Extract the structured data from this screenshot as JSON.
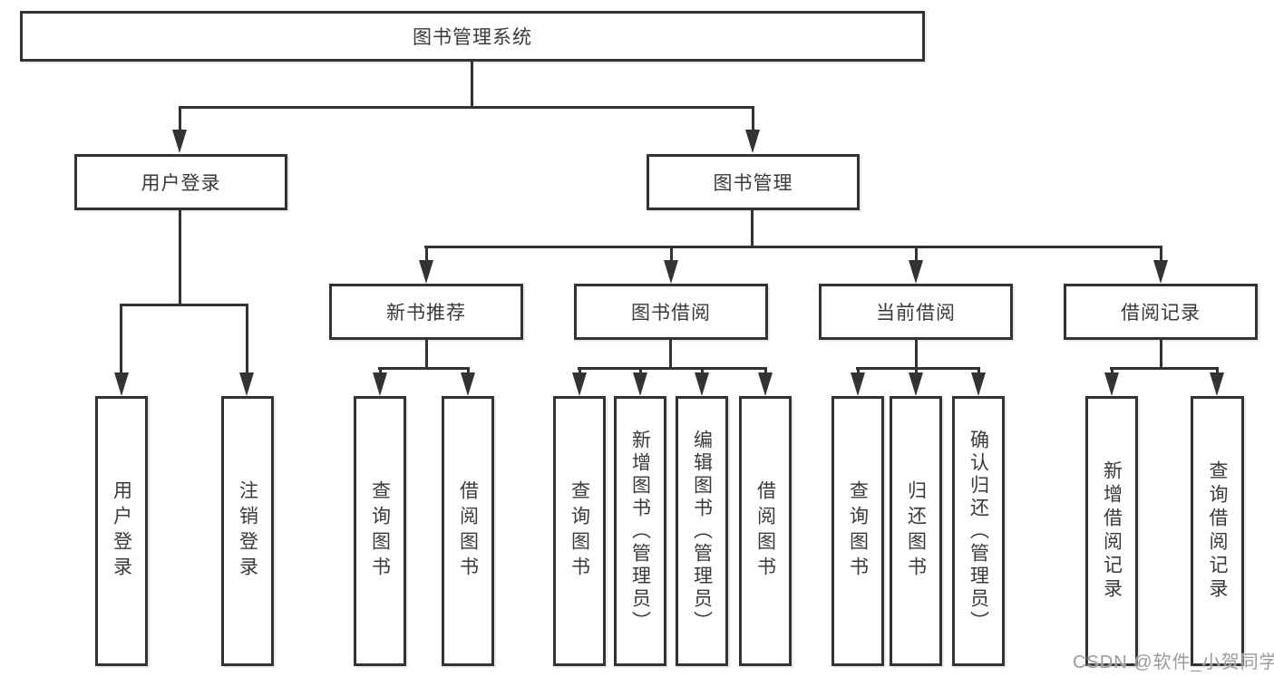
{
  "diagram": {
    "type": "hierarchy-diagram",
    "watermark": "CSDN @软件_小贺同学",
    "colors": {
      "background": "#ffffff",
      "node_border": "#333333",
      "node_fill": "#ffffff",
      "text": "#3a3a3a",
      "connector": "#333333",
      "watermark_text": "#9b9b9b"
    }
  },
  "tree": {
    "label": "图书管理系统",
    "children": [
      {
        "label": "用户登录",
        "children": [
          {
            "label": "用户登录"
          },
          {
            "label": "注销登录"
          }
        ]
      },
      {
        "label": "图书管理",
        "children": [
          {
            "label": "新书推荐",
            "children": [
              {
                "label": "查询图书"
              },
              {
                "label": "借阅图书"
              }
            ]
          },
          {
            "label": "图书借阅",
            "children": [
              {
                "label": "查询图书"
              },
              {
                "label": "新增图书（管理员）"
              },
              {
                "label": "编辑图书（管理员）"
              },
              {
                "label": "借阅图书"
              }
            ]
          },
          {
            "label": "当前借阅",
            "children": [
              {
                "label": "查询图书"
              },
              {
                "label": "归还图书"
              },
              {
                "label": "确认归还（管理员）"
              }
            ]
          },
          {
            "label": "借阅记录",
            "children": [
              {
                "label": "新增借阅记录"
              },
              {
                "label": "查询借阅记录"
              }
            ]
          }
        ]
      }
    ]
  }
}
